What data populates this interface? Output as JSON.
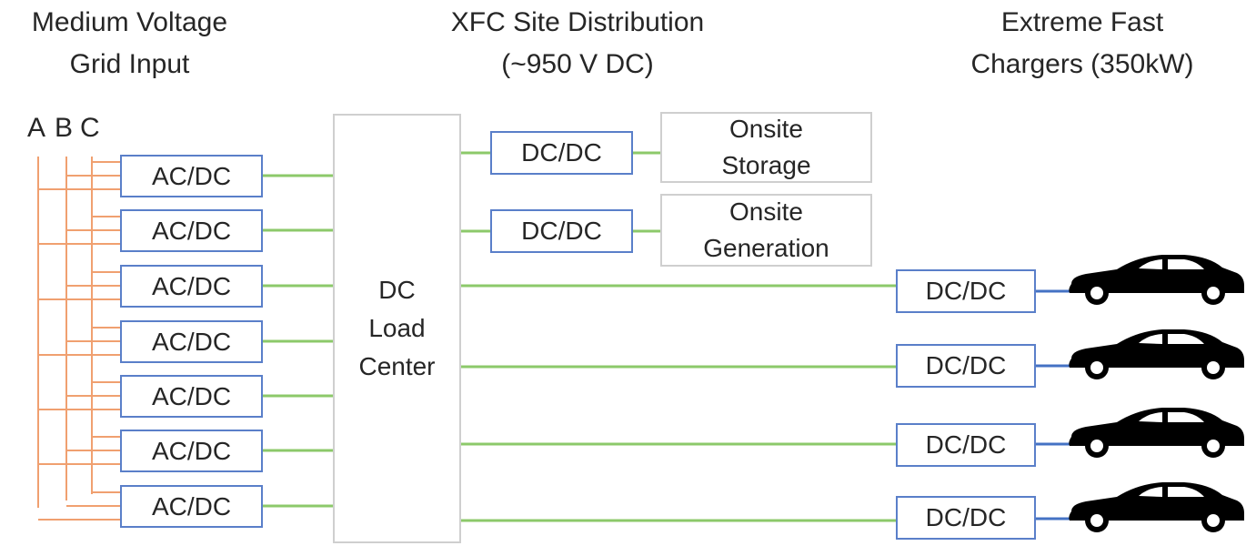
{
  "headers": {
    "grid_line1": "Medium Voltage",
    "grid_line2": "Grid Input",
    "site_line1": "XFC Site Distribution",
    "site_line2": "(~950 V DC)",
    "chargers_line1": "Extreme Fast",
    "chargers_line2": "Chargers (350kW)"
  },
  "phases": [
    "A",
    "B",
    "C"
  ],
  "ac_dc_converters": [
    "AC/DC",
    "AC/DC",
    "AC/DC",
    "AC/DC",
    "AC/DC",
    "AC/DC",
    "AC/DC"
  ],
  "load_center": {
    "line1": "DC",
    "line2": "Load",
    "line3": "Center"
  },
  "storage_branch": {
    "converter": "DC/DC",
    "label_line1": "Onsite",
    "label_line2": "Storage"
  },
  "generation_branch": {
    "converter": "DC/DC",
    "label_line1": "Onsite",
    "label_line2": "Generation"
  },
  "charger_converters": [
    "DC/DC",
    "DC/DC",
    "DC/DC",
    "DC/DC"
  ],
  "colors": {
    "ac_wire": "#f0a070",
    "dc_wire": "#8cc96a",
    "converter_border": "#5a7fc9",
    "car_wire": "#4472c4"
  }
}
